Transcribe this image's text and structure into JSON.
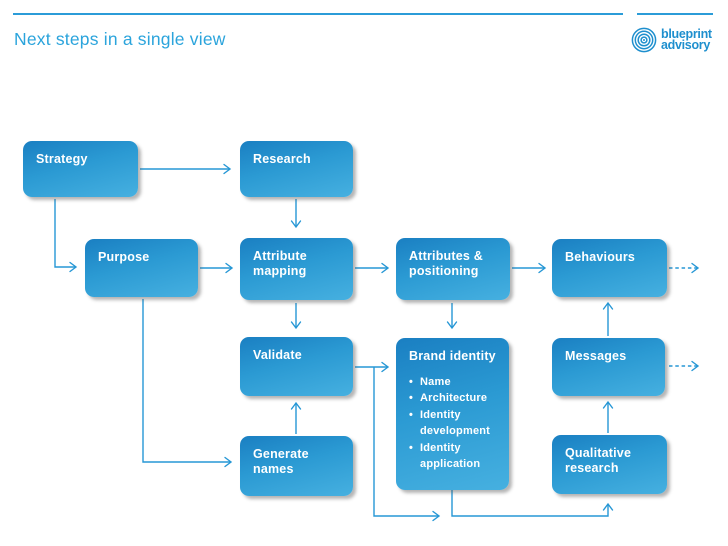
{
  "slide": {
    "title": "Next steps in a single view"
  },
  "logo": {
    "line1": "blueprint",
    "line2": "advisory",
    "icon": "concentric-circles"
  },
  "colors": {
    "accent_line": "#2697d5",
    "title_text": "#2ba4dc",
    "logo_blue": "#1e8fce",
    "box_gradient_top": "#1a7fc2",
    "box_gradient_bottom": "#46b0e0",
    "box_text": "#ffffff"
  },
  "nodes": {
    "strategy": {
      "label": "Strategy"
    },
    "research": {
      "label": "Research"
    },
    "purpose": {
      "label": "Purpose"
    },
    "attribute_mapping": {
      "label": "Attribute mapping"
    },
    "attributes_positioning": {
      "label": "Attributes & positioning"
    },
    "behaviours": {
      "label": "Behaviours"
    },
    "validate": {
      "label": "Validate"
    },
    "brand_identity": {
      "label": "Brand identity",
      "bullets": [
        "Name",
        "Architecture",
        "Identity development",
        "Identity application"
      ]
    },
    "messages": {
      "label": "Messages"
    },
    "generate_names": {
      "label": "Generate names"
    },
    "qualitative_research": {
      "label": "Qualitative research"
    }
  }
}
